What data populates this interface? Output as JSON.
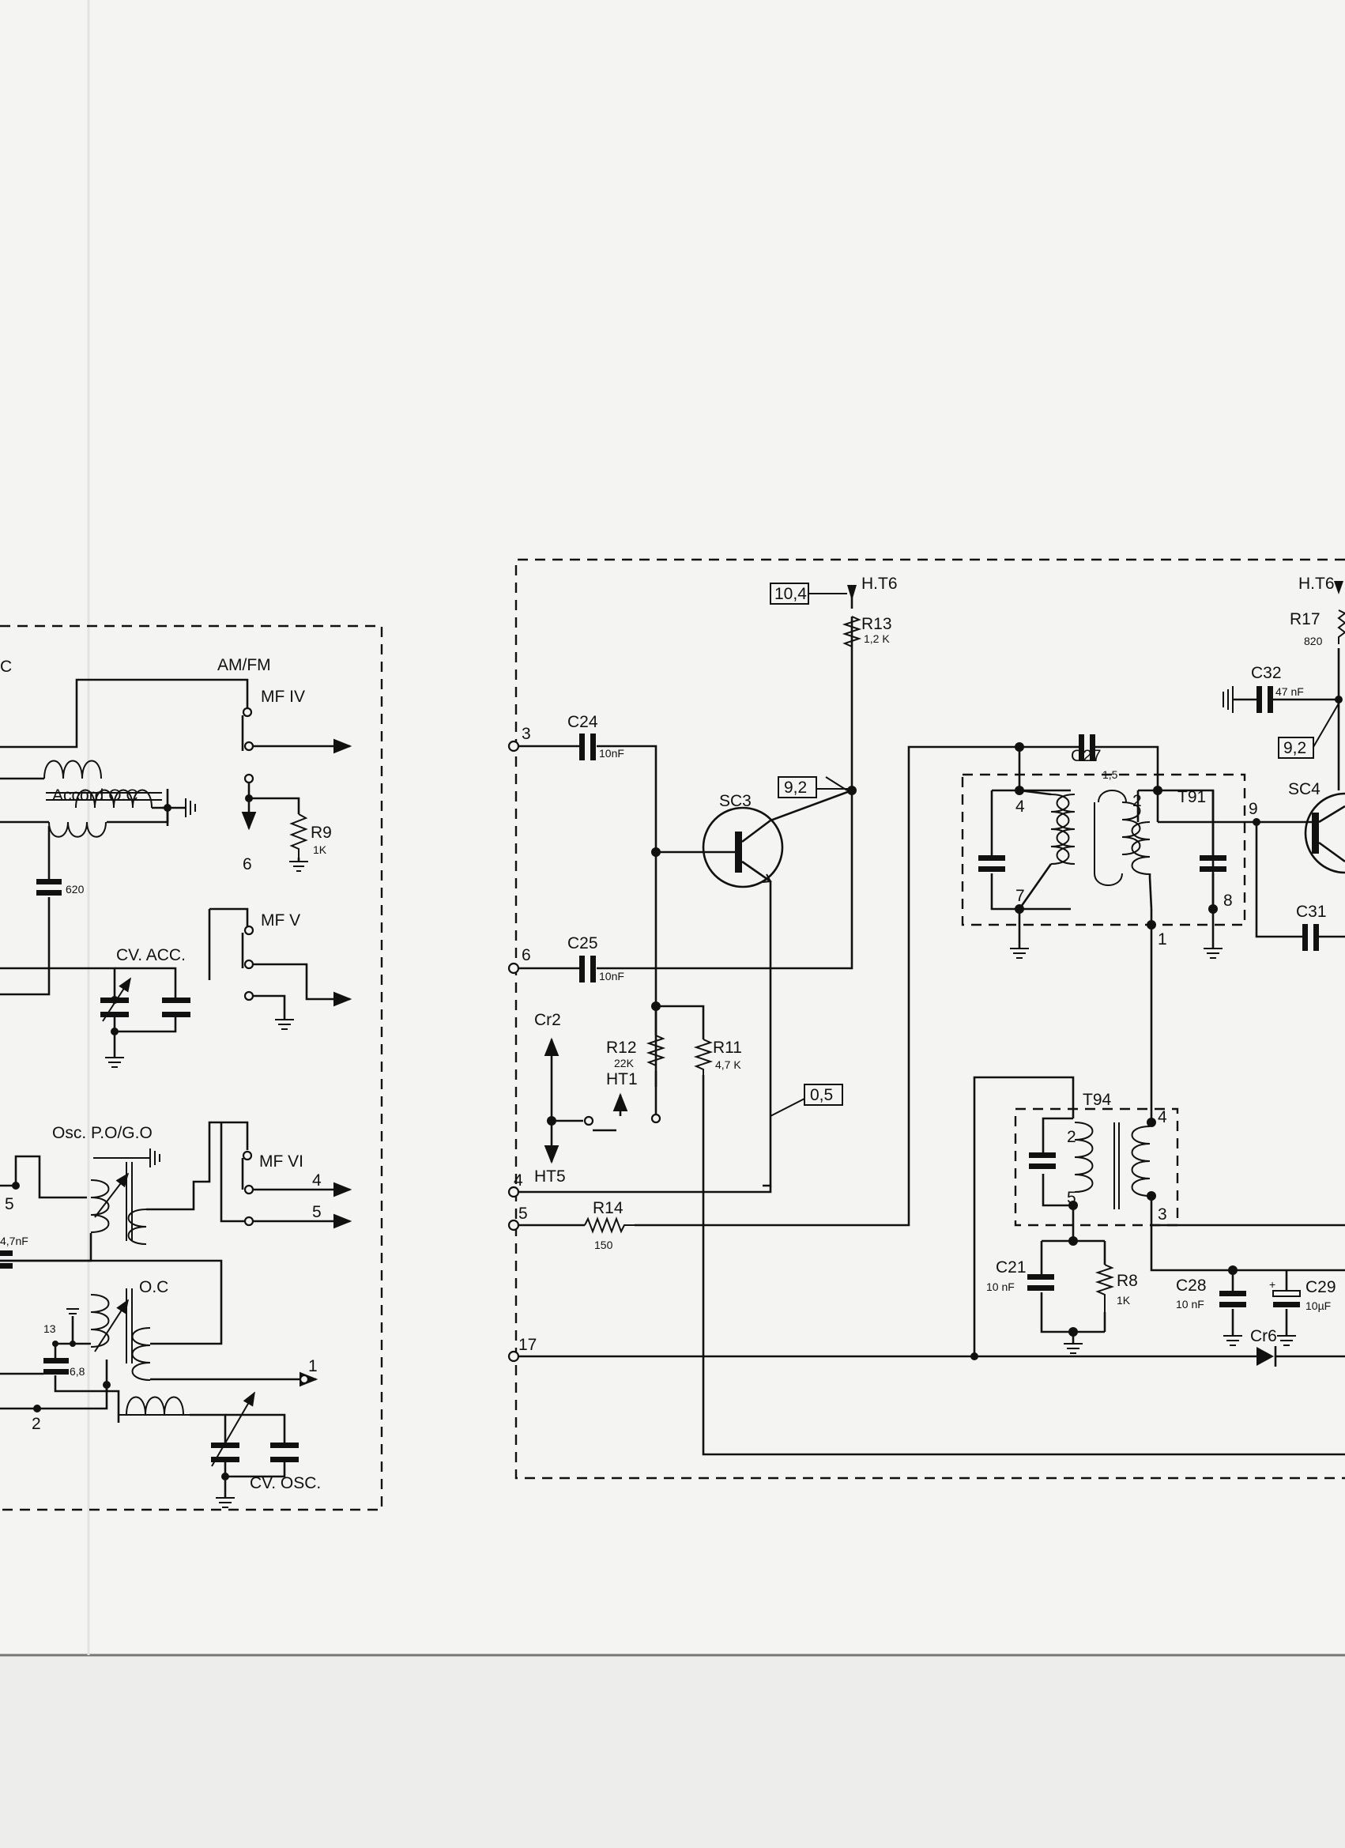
{
  "left_panel": {
    "edge_label": "C",
    "amfm": "AM/FM",
    "mf_iv": "MF IV",
    "mf_v": "MF V",
    "mf_vi": "MF VI",
    "accord_oc": "Accord O.C",
    "r9": "R9",
    "r9_value": "1K",
    "n6": "6",
    "c620": "620",
    "cv_acc": "CV. ACC.",
    "osc_pogo": "Osc. P.O/G.O",
    "n5": "5",
    "c47nf": "4,7nF",
    "out4": "4",
    "out5": "5",
    "oc": "O.C",
    "out1": "1",
    "n13": "13",
    "c68": "6,8",
    "n2": "2",
    "cv_osc": "CV. OSC."
  },
  "right_panel": {
    "t3": "3",
    "t6": "6",
    "t4": "4",
    "t5": "5",
    "t17": "17",
    "c24": "C24",
    "c24_v": "10nF",
    "c25": "C25",
    "c25_v": "10nF",
    "sc3": "SC3",
    "ht6": "H.T6",
    "r13": "R13",
    "r13_v": "1,2 K",
    "v104": "10,4",
    "v92a": "9,2",
    "v05": "0,5",
    "r12": "R12",
    "r12_v": "22K",
    "ht1": "HT1",
    "r11": "R11",
    "r11_v": "4,7 K",
    "cr2": "Cr2",
    "ht5": "HT5",
    "r14": "R14",
    "r14_v": "150",
    "cr6": "Cr6",
    "c27": "C27",
    "c27_v": "1,5",
    "t91": "T91",
    "p4": "4",
    "p7": "7",
    "p2": "2",
    "p8": "8",
    "p1": "1",
    "t94": "T94",
    "q4": "4",
    "q2": "2",
    "q5": "5",
    "q3": "3",
    "c21": "C21",
    "c21_v": "10 nF",
    "r8": "R8",
    "r8_v": "1K",
    "c28": "C28",
    "c28_v": "10 nF",
    "c29": "C29",
    "c29_v": "10µF",
    "plus": "+",
    "sc4": "SC4",
    "p9": "9",
    "c31": "C31",
    "r17": "R17",
    "r17_v": "820",
    "c32": "C32",
    "c32_v": "47 nF",
    "v92b": "9,2"
  }
}
